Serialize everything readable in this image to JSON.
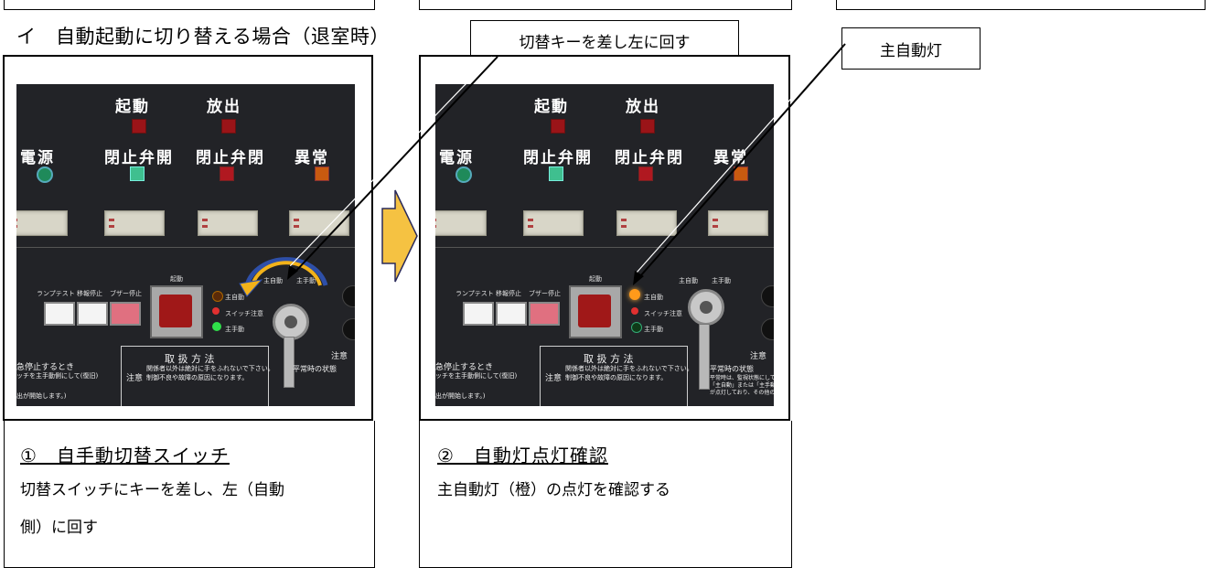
{
  "heading": "イ　自動起動に切り替える場合（退室時）",
  "callouts": {
    "key": "切替キーを差し左に回す",
    "lamp": "主自動灯"
  },
  "panel": {
    "labels": {
      "kidou": "起動",
      "houshutsu": "放出",
      "dengen": "電源",
      "heishi_kai": "閉止弁開",
      "heishi_hei": "閉止弁閉",
      "ijou": "異常"
    },
    "buttons": {
      "lamp_test": "ランプテスト",
      "keihou_teishi": "移報停止",
      "buzzer_teishi": "ブザー停止",
      "kidou_small": "起動"
    },
    "indicators": {
      "shu_jidou": "主自動",
      "switch_chuui": "スイッチ注意",
      "shu_shudou": "主手動"
    },
    "switch_labels": {
      "jidou": "主自動",
      "shudou": "主手動"
    },
    "toriatsukai": {
      "title": "取 扱 方 法",
      "line1": "関係者以外は絶対に手をふれないで下さい。",
      "line2": "制御不良や故障の原因になります。",
      "warn": "注意"
    },
    "left_note": {
      "title": "急停止するとき",
      "line1": "ッチを主手動側にして(復旧)",
      "line2": "出が開始します。)"
    },
    "right_note": {
      "title": "注意",
      "sub": "平常時の状態",
      "line1": "平常時は、監視状態にして下さい",
      "line2": "「主自動」または「主手動」灯点灯",
      "line3": "が点灯しており、その他の表示灯は"
    }
  },
  "colors": {
    "panel": "#222327",
    "arrow": "#f5c242",
    "arrow_border": "#2a2a5a",
    "lamp_red": "#c81e28",
    "lamp_green": "#2fd17a",
    "lamp_orange": "#e06a10",
    "curve_blue": "#2e4fa8",
    "curve_yellow": "#f2b21a"
  },
  "steps": [
    {
      "title": "①　自手動切替スイッチ",
      "line1": "切替スイッチにキーを差し、左（自動",
      "line2": "側）に回す"
    },
    {
      "title": "②　自動灯点灯確認",
      "line1": "主自動灯（橙）の点灯を確認する",
      "line2": ""
    }
  ]
}
